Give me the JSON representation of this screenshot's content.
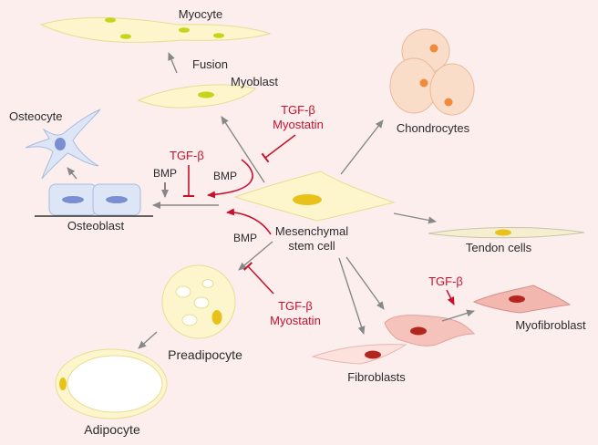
{
  "labels": {
    "myocyte": "Myocyte",
    "fusion": "Fusion",
    "myoblast": "Myoblast",
    "osteocyte": "Osteocyte",
    "osteoblast": "Osteoblast",
    "chondrocytes": "Chondrocytes",
    "msc_line1": "Mesenchymal",
    "msc_line2": "stem cell",
    "tendon_cells": "Tendon cells",
    "preadipocyte": "Preadipocyte",
    "adipocyte": "Adipocyte",
    "fibroblasts": "Fibroblasts",
    "myofibroblast": "Myofibroblast"
  },
  "factors": {
    "tgfb_myostatin_top": [
      "TGF-β",
      "Myostatin"
    ],
    "tgfb_osteo": "TGF-β",
    "bmp_osteo_left": "BMP",
    "bmp_osteo_right": "BMP",
    "bmp_adipo": "BMP",
    "tgfb_myostatin_adipo": [
      "TGF-β",
      "Myostatin"
    ],
    "tgfb_myofibro": "TGF-β"
  },
  "colors": {
    "background": "#fbeeed",
    "stimulate_arrow": "#888888",
    "inhibit_red": "#c8102e",
    "cell_yellow": "#fdf5cc",
    "nucleus_yellow": "#e8c21a",
    "chondro_fill": "#f9ddc8",
    "chondro_nucleus": "#f08a3c",
    "osteo_blue": "#dde6f6",
    "osteo_nucleus": "#7b8ed3",
    "fibro_pink": "#f5c3bc",
    "fibro_nucleus": "#b3261e"
  }
}
